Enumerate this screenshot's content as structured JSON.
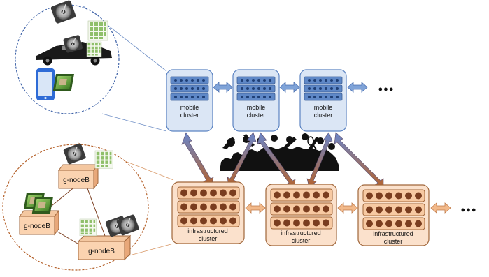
{
  "mobile_clusters": [
    {
      "label_line1": "mobile",
      "label_line2": "cluster"
    },
    {
      "label_line1": "mobile",
      "label_line2": "cluster"
    },
    {
      "label_line1": "mobile",
      "label_line2": "cluster"
    }
  ],
  "infra_clusters": [
    {
      "label_line1": "infrastructured",
      "label_line2": "cluster"
    },
    {
      "label_line1": "infrastructured",
      "label_line2": "cluster"
    },
    {
      "label_line1": "infrastructured",
      "label_line2": "cluster"
    }
  ],
  "gnodes": [
    {
      "label": "g-nodeB"
    },
    {
      "label": "g-nodeB"
    },
    {
      "label": "g-nodeB"
    }
  ],
  "continuation_mobile": "●●●",
  "continuation_infra": "●●●",
  "colors": {
    "mobile_fill": "#dbe6f5",
    "mobile_stroke": "#5b83c2",
    "infra_fill": "#fbe1cc",
    "infra_stroke": "#a0663a",
    "bead": "#7a3d1f",
    "h_arrow_blue": "#7fa3d8",
    "h_arrow_orange": "#f2b98a"
  }
}
